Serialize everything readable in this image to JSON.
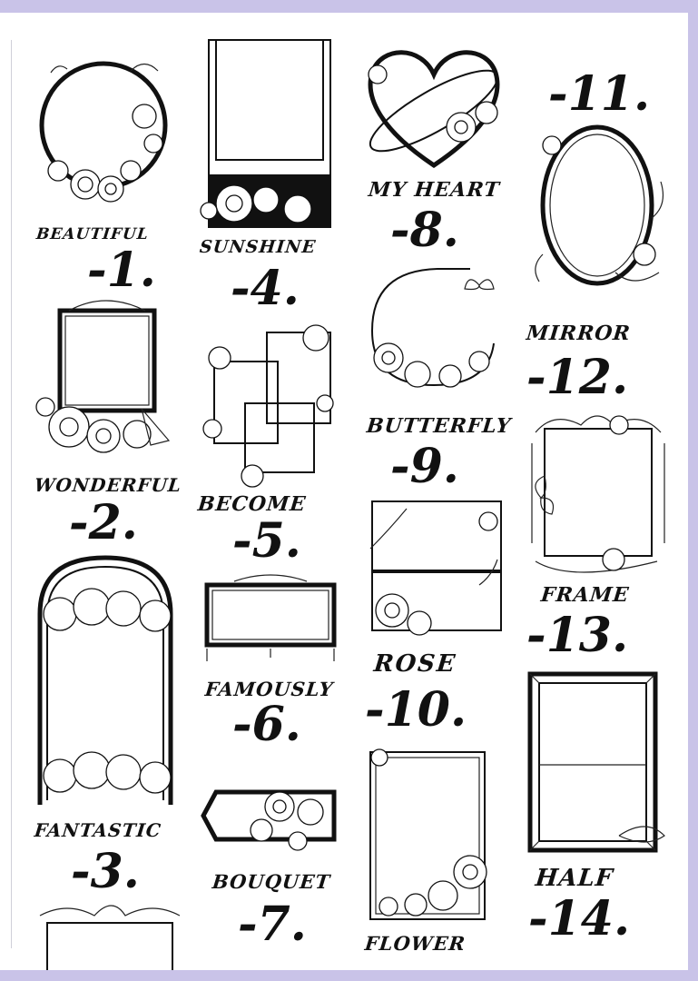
{
  "frames": [
    {
      "name": "BEAUTIFUL",
      "number": "-1."
    },
    {
      "name": "WONDERFUL",
      "number": "-2."
    },
    {
      "name": "FANTASTIC",
      "number": "-3."
    },
    {
      "name": "SUNSHINE",
      "number": "-4."
    },
    {
      "name": "BECOME",
      "number": "-5."
    },
    {
      "name": "FAMOUSLY",
      "number": "-6."
    },
    {
      "name": "BOUQUET",
      "number": "-7."
    },
    {
      "name": "MY HEART",
      "number": "-8."
    },
    {
      "name": "BUTTERFLY",
      "number": "-9."
    },
    {
      "name": "ROSE",
      "number": "-10."
    },
    {
      "name": "FLOWER",
      "number": ""
    },
    {
      "name": "",
      "number": "-11."
    },
    {
      "name": "MIRROR",
      "number": "-12."
    },
    {
      "name": "FRAME",
      "number": "-13."
    },
    {
      "name": "HALF",
      "number": "-14."
    }
  ],
  "colors": {
    "border": "#c9c3e8",
    "ink": "#111111",
    "paper": "#ffffff"
  }
}
